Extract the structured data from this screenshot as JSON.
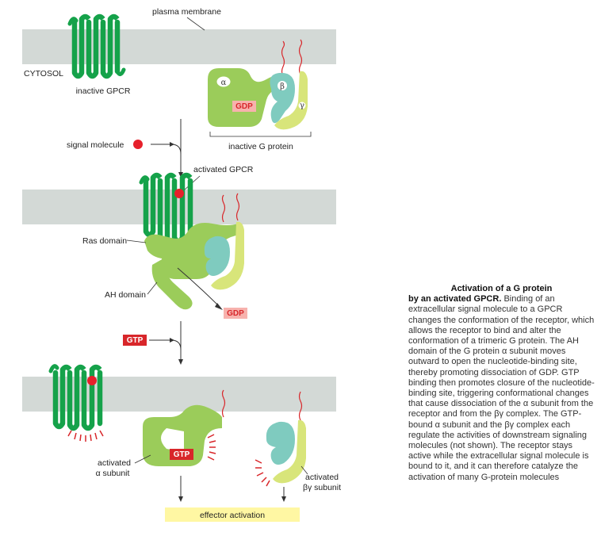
{
  "labels": {
    "plasma_membrane": "plasma membrane",
    "cytosol": "CYTOSOL",
    "inactive_gpcr": "inactive GPCR",
    "inactive_g_protein": "inactive G protein",
    "signal_molecule": "signal molecule",
    "activated_gpcr": "activated GPCR",
    "ras_domain": "Ras domain",
    "ah_domain": "AH domain",
    "activated_alpha_line1": "activated",
    "activated_alpha_line2": "α subunit",
    "activated_bg_line1": "activated",
    "activated_bg_line2": "βγ subunit",
    "effector_activation": "effector activation"
  },
  "subunits": {
    "alpha": "α",
    "beta": "β",
    "gamma": "γ"
  },
  "tags": {
    "gdp": "GDP",
    "gtp": "GTP"
  },
  "caption": {
    "title_line": "Activation of a G protein",
    "title_rest": "by an activated GPCR.",
    "body": "Binding of an extracellular signal molecule to a GPCR changes the conformation of the receptor, which allows the receptor to bind and alter the conformation of a trimeric G protein. The AH domain of the G protein α subunit moves outward to open the nucleotide-binding site, thereby promoting dissociation of GDP. GTP binding then promotes closure of the nucleotide-binding site, triggering conformational changes that cause dissociation of the α subunit from the receptor and from the βγ complex. The GTP-bound α subunit and the βγ complex each regulate the activities of downstream signaling molecules (not shown). The receptor stays active while the extracellular signal molecule is bound to it, and it can therefore catalyze the activation of many G-protein molecules"
  },
  "colors": {
    "membrane": "#d3d9d6",
    "gpcr": "#15a24a",
    "alpha": "#9bcc5a",
    "beta": "#7fcbbf",
    "gamma": "#d8e57a",
    "gdp_fill": "#f7b2ad",
    "gdp_text": "#d8262a",
    "gtp_fill": "#d8262a",
    "gtp_text": "#ffffff",
    "signal": "#e6202b",
    "effector_bg": "#fff7a3"
  }
}
